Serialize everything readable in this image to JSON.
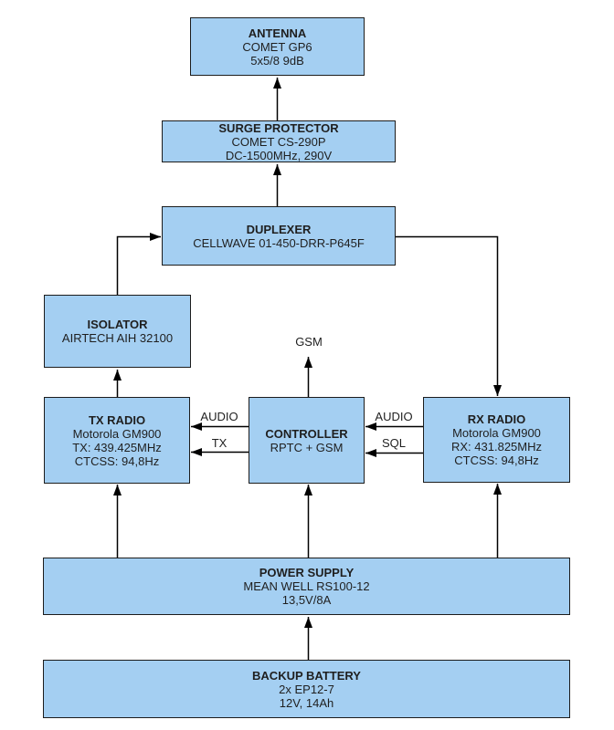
{
  "colors": {
    "node_fill": "#a4cff2",
    "node_border": "#1c1c1c",
    "line": "#000000",
    "text": "#1f1f1f",
    "background": "#ffffff"
  },
  "nodes": {
    "antenna": {
      "title": "ANTENNA",
      "lines": [
        "COMET GP6",
        "5x5/8 9dB"
      ]
    },
    "surge": {
      "title": "SURGE PROTECTOR",
      "lines": [
        "COMET CS-290P",
        "DC-1500MHz, 290V"
      ]
    },
    "duplexer": {
      "title": "DUPLEXER",
      "lines": [
        "CELLWAVE 01-450-DRR-P645F"
      ]
    },
    "isolator": {
      "title": "ISOLATOR",
      "lines": [
        "AIRTECH AIH 32100"
      ]
    },
    "tx_radio": {
      "title": "TX RADIO",
      "lines": [
        "Motorola GM900",
        "TX: 439.425MHz",
        "CTCSS: 94,8Hz"
      ]
    },
    "controller": {
      "title": "CONTROLLER",
      "lines": [
        "RPTC + GSM"
      ]
    },
    "rx_radio": {
      "title": "RX RADIO",
      "lines": [
        "Motorola GM900",
        "RX: 431.825MHz",
        "CTCSS: 94,8Hz"
      ]
    },
    "power_supply": {
      "title": "POWER SUPPLY",
      "lines": [
        "MEAN WELL RS100-12",
        "13,5V/8A"
      ]
    },
    "backup_battery": {
      "title": "BACKUP BATTERY",
      "lines": [
        "2x EP12-7",
        "12V, 14Ah"
      ]
    }
  },
  "edge_labels": {
    "gsm": "GSM",
    "controller_to_tx_audio": "AUDIO",
    "controller_to_tx_line": "TX",
    "rx_to_controller_audio": "AUDIO",
    "rx_to_controller_sql": "SQL"
  }
}
